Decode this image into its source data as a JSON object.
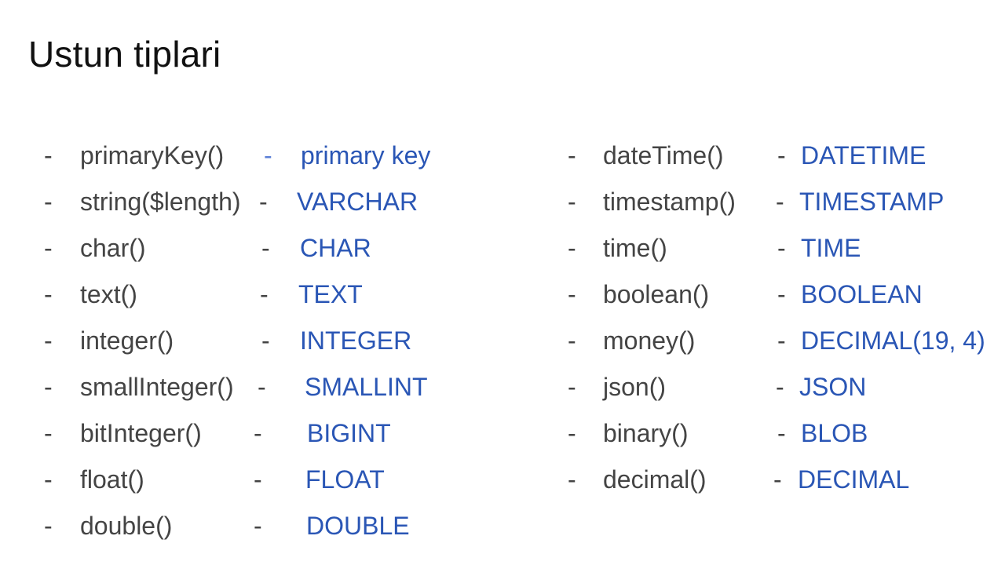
{
  "title": "Ustun tiplari",
  "left_column": [
    {
      "bullet": "-",
      "method": "primaryKey()",
      "sep": "-",
      "type": "primary key"
    },
    {
      "bullet": "-",
      "method": "string($length)",
      "sep": "-",
      "type": "VARCHAR"
    },
    {
      "bullet": "-",
      "method": "char()",
      "sep": "-",
      "type": "CHAR"
    },
    {
      "bullet": "-",
      "method": "text()",
      "sep": "-",
      "type": "TEXT"
    },
    {
      "bullet": "-",
      "method": "integer()",
      "sep": "-",
      "type": "INTEGER"
    },
    {
      "bullet": "-",
      "method": "smallInteger()",
      "sep": "-",
      "type": "SMALLINT"
    },
    {
      "bullet": "-",
      "method": "bitInteger()",
      "sep": "-",
      "type": "BIGINT"
    },
    {
      "bullet": "-",
      "method": "float()",
      "sep": "-",
      "type": "FLOAT"
    },
    {
      "bullet": "-",
      "method": "double()",
      "sep": "-",
      "type": "DOUBLE"
    }
  ],
  "right_column": [
    {
      "bullet": "-",
      "method": "dateTime()",
      "sep": "-",
      "type": "DATETIME"
    },
    {
      "bullet": "-",
      "method": "timestamp()",
      "sep": "-",
      "type": "TIMESTAMP"
    },
    {
      "bullet": "-",
      "method": "time()",
      "sep": "-",
      "type": "TIME"
    },
    {
      "bullet": "-",
      "method": "boolean()",
      "sep": "-",
      "type": "BOOLEAN"
    },
    {
      "bullet": "-",
      "method": "money()",
      "sep": "-",
      "type": "DECIMAL(19, 4)"
    },
    {
      "bullet": "-",
      "method": "json()",
      "sep": "-",
      "type": "JSON"
    },
    {
      "bullet": "-",
      "method": "binary()",
      "sep": "-",
      "type": "BLOB"
    },
    {
      "bullet": "-",
      "method": "decimal()",
      "sep": "-",
      "type": "DECIMAL"
    }
  ],
  "colors": {
    "text": "#444444",
    "sql_type": "#2a56b5",
    "title": "#111111"
  }
}
